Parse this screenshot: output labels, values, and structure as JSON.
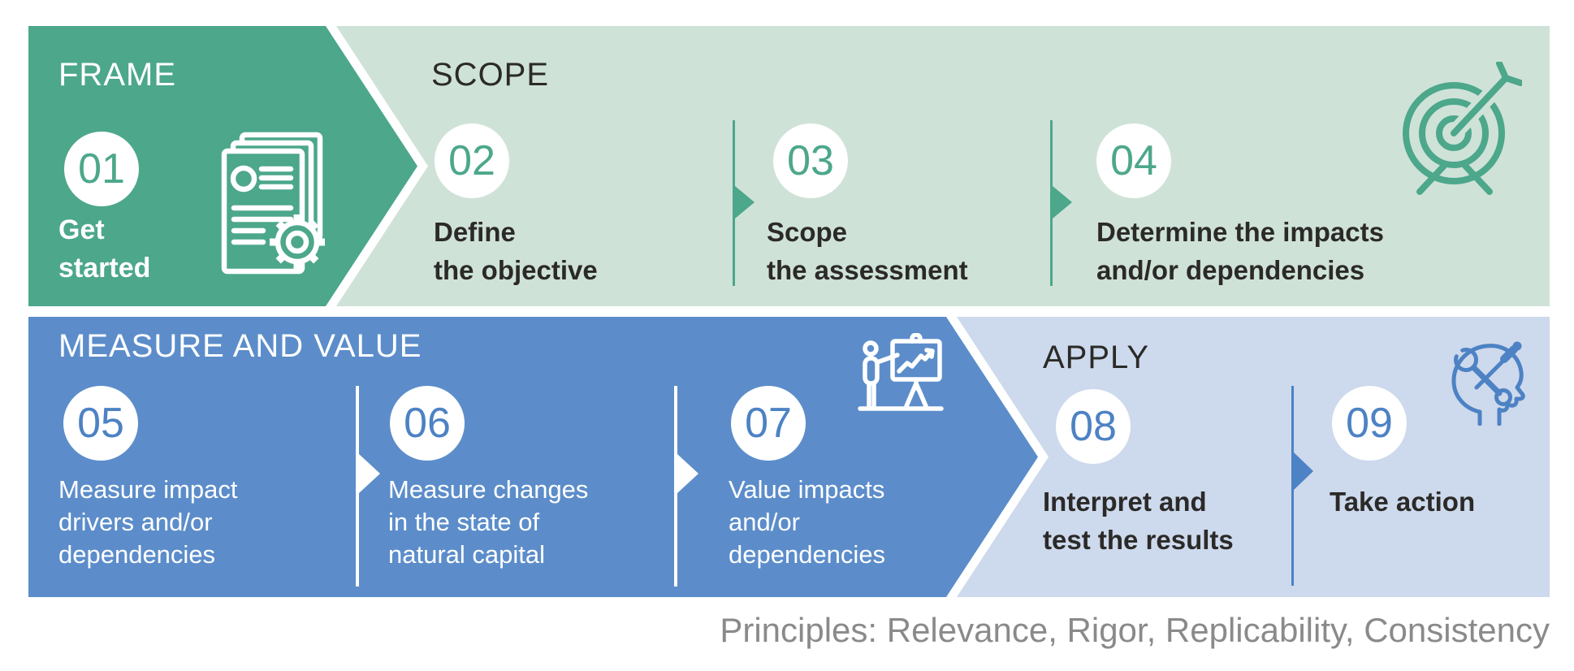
{
  "palette": {
    "stage_green": "#4CA78B",
    "stage_green_light": "#CFE2D8",
    "stage_blue": "#5C8DCA",
    "stage_blue_light": "#CDD9EC",
    "number_green": "#4CA78B",
    "number_blue": "#4D82C4",
    "text_dark": "#2B2A28",
    "text_white": "#FFFFFF",
    "caption_gray": "#8A8A8A"
  },
  "stages": [
    {
      "title": "FRAME",
      "icon": "documents-gear-icon",
      "steps": [
        {
          "number": "01",
          "lines": [
            "Get",
            "started"
          ]
        }
      ]
    },
    {
      "title": "SCOPE",
      "icon": "target-arrow-icon",
      "steps": [
        {
          "number": "02",
          "lines": [
            "Define",
            "the objective"
          ]
        },
        {
          "number": "03",
          "lines": [
            "Scope",
            "the assessment"
          ]
        },
        {
          "number": "04",
          "lines": [
            "Determine the impacts",
            "and/or dependencies"
          ]
        }
      ]
    },
    {
      "title": "MEASURE AND VALUE",
      "icon": "presentation-chart-icon",
      "steps": [
        {
          "number": "05",
          "lines": [
            "Measure impact",
            "drivers and/or",
            "dependencies"
          ]
        },
        {
          "number": "06",
          "lines": [
            "Measure changes",
            "in the state of",
            "natural capital"
          ]
        },
        {
          "number": "07",
          "lines": [
            "Value impacts",
            "and/or",
            "dependencies"
          ]
        }
      ]
    },
    {
      "title": "APPLY",
      "icon": "head-tools-icon",
      "steps": [
        {
          "number": "08",
          "lines": [
            "Interpret and",
            "test the results"
          ]
        },
        {
          "number": "09",
          "lines": [
            "Take action"
          ]
        }
      ]
    }
  ],
  "caption": "Principles: Relevance, Rigor, Replicability, Consistency"
}
